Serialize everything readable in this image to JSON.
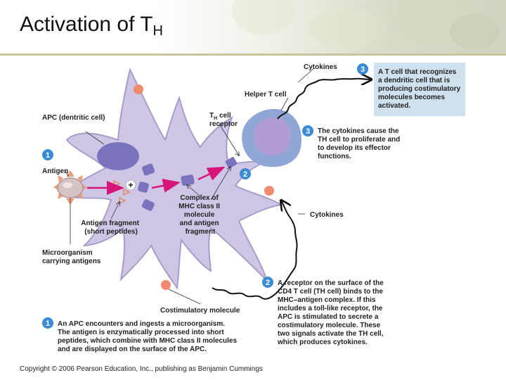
{
  "slide": {
    "title": "Activation of T",
    "title_sub": "H",
    "copyright": "Copyright © 2006 Pearson Education, Inc., publishing as Benjamin Cummings"
  },
  "diagram": {
    "labels": {
      "cytokines_top": "Cytokines",
      "helper_t_cell": "Helper T cell",
      "th_cell_receptor_pre": "T",
      "th_cell_receptor_sub": "H",
      "th_cell_receptor_post": " cell",
      "th_cell_receptor_line2": "receptor",
      "apc": "APC (dentritic cell)",
      "antigen": "Antigen",
      "plus": "+",
      "complex": [
        "Complex of",
        "MHC class II",
        "molecule",
        "and antigen",
        "fragment"
      ],
      "cytokines_right": "Cytokines",
      "antigen_fragment": [
        "Antigen fragment",
        "(short peptides)"
      ],
      "microorganism": [
        "Microorganism",
        "carrying antigens"
      ],
      "costimulatory": "Costimulatory molecule"
    },
    "steps": {
      "step1": {
        "number": "1",
        "lines": [
          "An APC encounters and ingests a microorganism.",
          "The antigen is enzymatically processed into short",
          "peptides, which combine with MHC class II molecules",
          "and are displayed on the surface of the APC."
        ]
      },
      "step2": {
        "number": "2",
        "lines": [
          "A receptor on the surface of the",
          "CD4 T cell (TH cell) binds to the",
          "MHC–antigen complex. If this",
          "includes a toll-like receptor, the",
          "APC is stimulated to secrete a",
          "costimulatory molecule. These",
          "two signals activate the TH cell,",
          "which produces cytokines."
        ]
      },
      "step3a": {
        "number": "3",
        "lines": [
          "A T cell that recognizes",
          "a dendritic cell that is",
          "producing costimulatory",
          "molecules becomes",
          "activated."
        ]
      },
      "step3b": {
        "number": "3",
        "lines": [
          "The cytokines cause the",
          "TH cell to proliferate and",
          "to develop its effector",
          "functions."
        ]
      }
    },
    "colors": {
      "apc_fill": "#cfc6e6",
      "apc_stroke": "#a99cc9",
      "nucleus": "#7a74bf",
      "t_cell_outer": "#8fa6d6",
      "t_cell_inner": "#b29cd4",
      "costim": "#f08a6e",
      "arrow": "#d6157a",
      "badge": "#3a8ad6",
      "callout_bg": "#cfe0ef"
    }
  }
}
